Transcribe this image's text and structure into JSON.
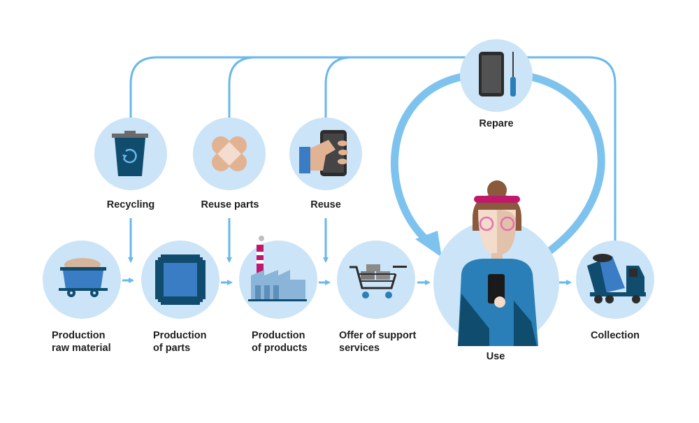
{
  "colors": {
    "circle_fill": "#cce4f7",
    "arrow": "#6ab9ea",
    "big_arrow": "#7ec3ee",
    "dark_blue": "#0f4c6e",
    "mid_blue": "#2a7fb8",
    "label_text": "#1f1f1f"
  },
  "loop": {
    "recycling": "Recycling",
    "reuse_parts": "Reuse parts",
    "reuse": "Reuse",
    "repare": "Repare"
  },
  "chain": {
    "raw_material": "Production\nraw material",
    "parts": "Production\nof parts",
    "products": "Production\nof products",
    "services": "Offer of support\nservices",
    "use": "Use",
    "collection": "Collection"
  },
  "icons": {
    "recycling": "recycle-bin-icon",
    "reuse_parts": "bandage-icon",
    "reuse": "hand-phone-icon",
    "repare": "phone-screwdriver-icon",
    "raw_material": "mine-cart-icon",
    "parts": "microchip-icon",
    "products": "factory-icon",
    "services": "shopping-cart-icon",
    "use": "woman-with-phone-icon",
    "collection": "dump-truck-icon"
  }
}
